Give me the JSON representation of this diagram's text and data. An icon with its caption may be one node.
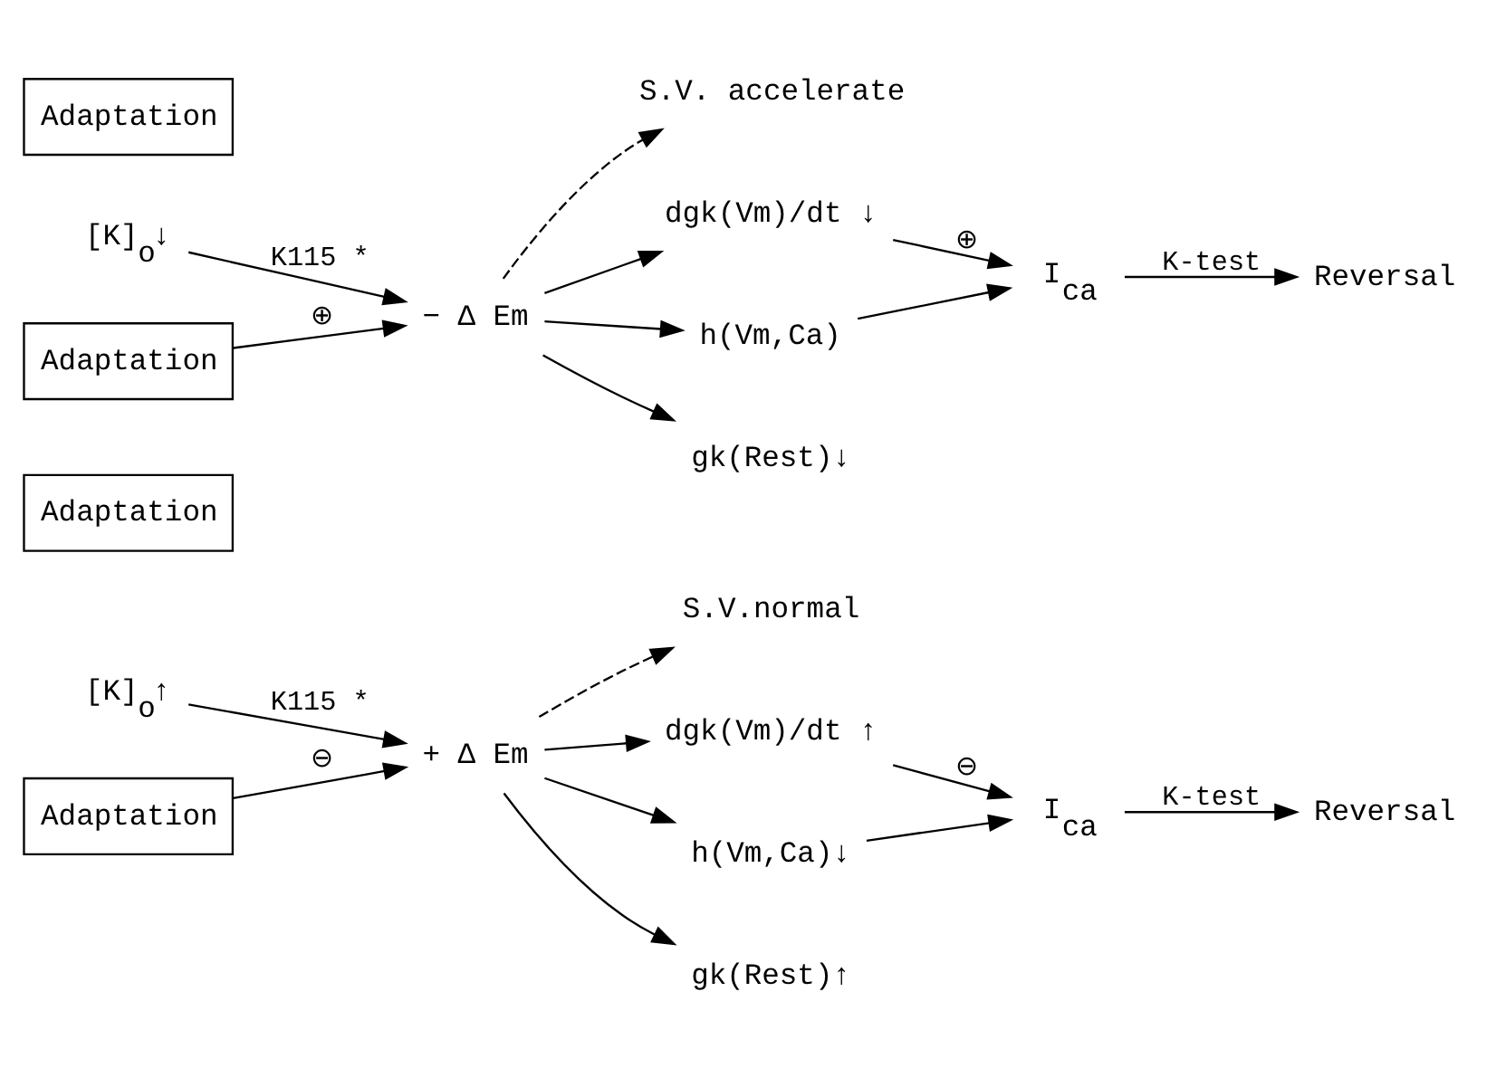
{
  "diagram": {
    "nodes": [
      {
        "text": [
          "[K]$_{o}$↑"
        ]
      },
      {
        "text": [
          "+ Δ Em"
        ]
      },
      {
        "text": [
          "S.V.normal"
        ]
      },
      {
        "text": [
          "dgk(Vm)/dt ↑"
        ]
      },
      {
        "text": [
          "Adaptation"
        ]
      },
      {
        "text": [
          "h(Vm,Ca)↓"
        ]
      },
      {
        "text": [
          "gk(Rest)↑"
        ]
      },
      {
        "text": [
          "Adaptation"
        ]
      },
      {
        "text": [
          "I$_{ca}$"
        ]
      },
      {
        "text": [
          "Reversal"
        ]
      },
      {
        "text": [
          "[K]$_{o}$↓"
        ]
      },
      {
        "text": [
          "− Δ Em"
        ]
      },
      {
        "text": [
          "S.V. accelerate"
        ]
      },
      {
        "text": [
          "dgk(Vm)/dt ↓"
        ]
      },
      {
        "text": [
          "Adaptation"
        ]
      },
      {
        "text": [
          "h(Vm,Ca)"
        ]
      },
      {
        "text": [
          "gk(Rest)↓"
        ]
      },
      {
        "text": [
          "Adaptation"
        ]
      },
      {
        "text": [
          "I$_{ca}$"
        ]
      },
      {
        "text": [
          "Reversal"
        ]
      }
    ],
    "edges": [
      {
        "from": 0,
        "to": 1,
        "arrow": "to",
        "label": "K115 *"
      },
      {
        "from": 1,
        "to": 2,
        "arrow": "to",
        "style": "dashed"
      },
      {
        "from": 1,
        "to": 3,
        "arrow": "to"
      },
      {
        "from": 1,
        "to": 5,
        "arrow": "to"
      },
      {
        "from": 1,
        "to": 6,
        "arrow": "to"
      },
      {
        "from": 7,
        "to": 1,
        "arrow": "to",
        "label": "⊖"
      },
      {
        "from": 3,
        "to": 8,
        "arrow": "to",
        "label": "⊖"
      },
      {
        "from": 5,
        "to": 8,
        "arrow": "to"
      },
      {
        "from": 8,
        "to": 9,
        "arrow": "to",
        "label": "K-test"
      },
      {
        "from": 10,
        "to": 11,
        "arrow": "to",
        "label": "K115 *"
      },
      {
        "from": 11,
        "to": 12,
        "arrow": "to",
        "style": "dashed"
      },
      {
        "from": 11,
        "to": 13,
        "arrow": "to"
      },
      {
        "from": 11,
        "to": 15,
        "arrow": "to"
      },
      {
        "from": 11,
        "to": 16,
        "arrow": "to"
      },
      {
        "from": 17,
        "to": 11,
        "arrow": "to",
        "label": "⊕"
      },
      {
        "from": 13,
        "to": 18,
        "arrow": "to",
        "label": "⊕"
      },
      {
        "from": 15,
        "to": 18,
        "arrow": "to"
      },
      {
        "from": 18,
        "to": 19,
        "arrow": "to",
        "label": "K-test"
      }
    ]
  }
}
